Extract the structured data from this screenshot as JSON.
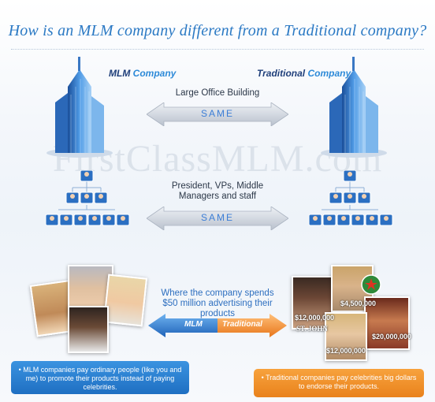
{
  "title": "How is an MLM company different from a Traditional company?",
  "watermark": "FirstClassMLM.com",
  "mlm_company": {
    "word1": "MLM",
    "word2": "Company"
  },
  "traditional_company": {
    "word1": "Traditional",
    "word2": "Company"
  },
  "rows": [
    {
      "caption": "Large Office Building",
      "arrow_label": "SAME"
    },
    {
      "caption_line1": "President, VPs, Middle",
      "caption_line2": "Managers and staff",
      "arrow_label": "SAME"
    }
  ],
  "advertising": {
    "caption_line1": "Where the company spends",
    "caption_line2": "$50 million advertising their products",
    "left_label": "MLM",
    "right_label": "Traditional"
  },
  "celebrity_prices": [
    "$12,000,000",
    "$4,500,000",
    "$20,000,000",
    "$12,000,000"
  ],
  "magazine_text": "ST. JOHN",
  "notes": {
    "mlm": "• MLM companies pay ordinary people (like you and me) to promote their products instead of paying celebrities.",
    "traditional": "• Traditional companies pay celebrities big dollars to endorse their products."
  },
  "colors": {
    "accent_blue": "#2b79c4",
    "arrow_blue": "#2d7ed3",
    "arrow_orange": "#f08a24",
    "grey_arrow": "#c9cfd8"
  }
}
